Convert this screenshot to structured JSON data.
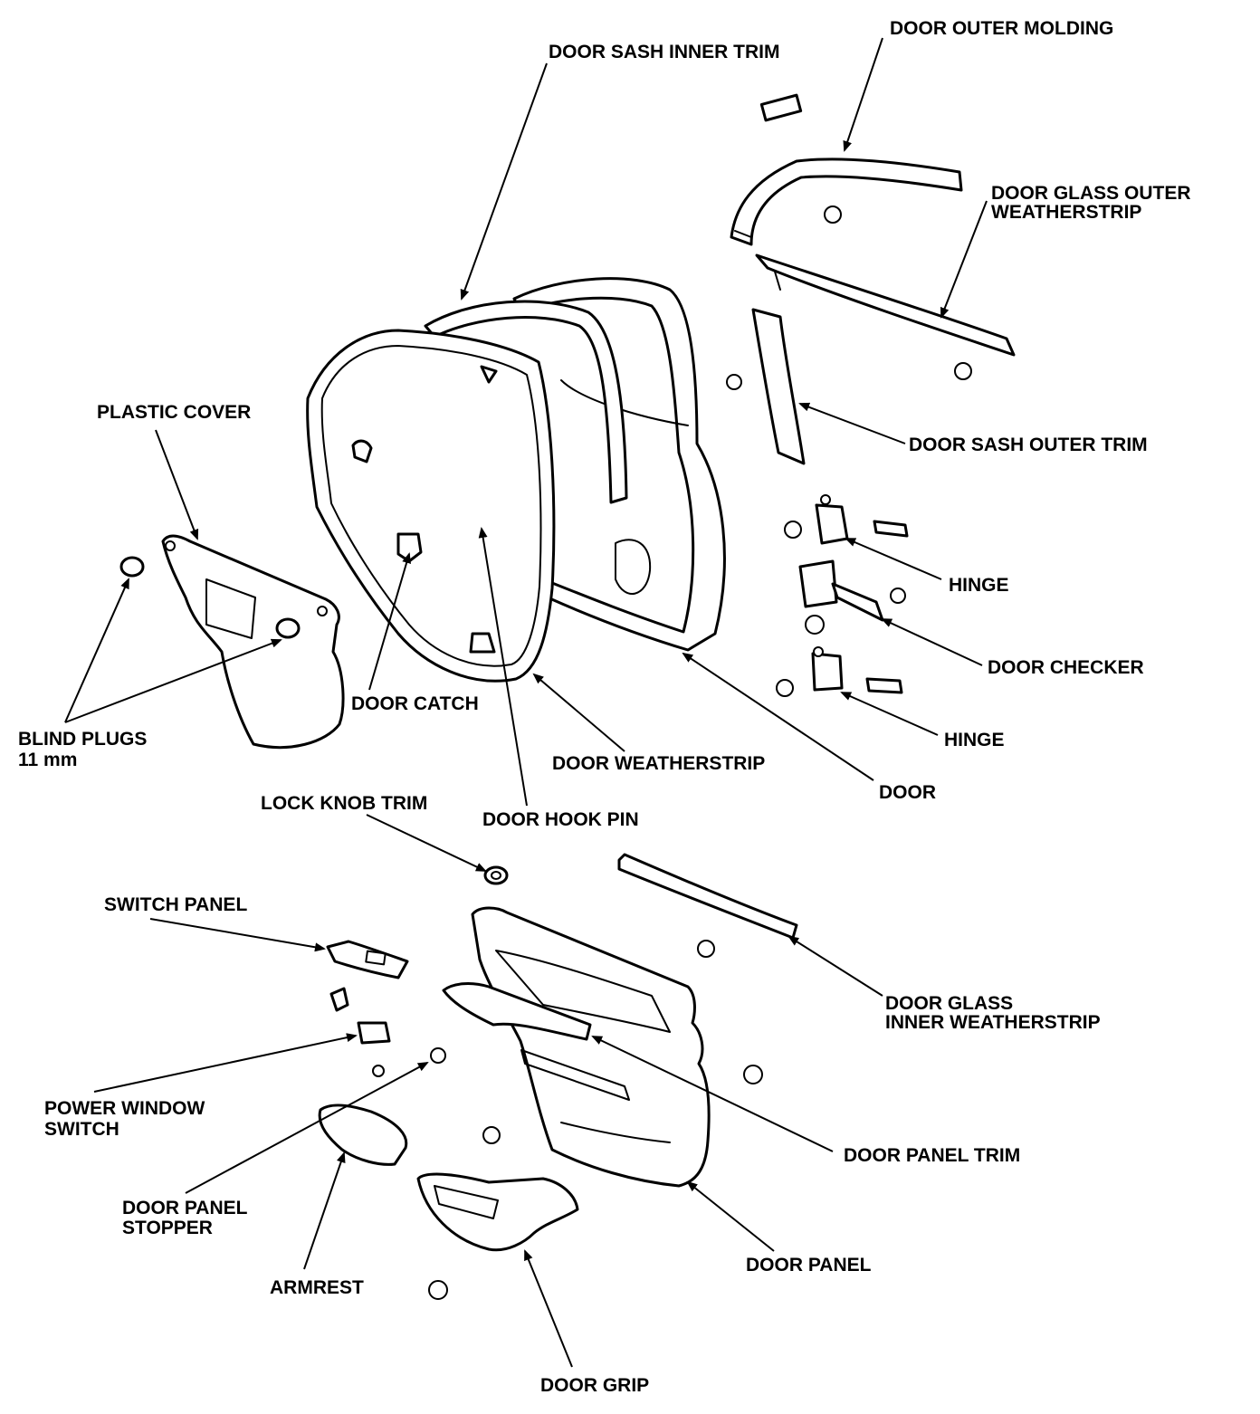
{
  "labels": {
    "door_outer_molding": "DOOR OUTER MOLDING",
    "door_sash_inner_trim": "DOOR SASH INNER TRIM",
    "door_glass_outer_weatherstrip_1": "DOOR GLASS OUTER",
    "door_glass_outer_weatherstrip_2": "WEATHERSTRIP",
    "plastic_cover": "PLASTIC COVER",
    "door_sash_outer_trim": "DOOR SASH OUTER TRIM",
    "hinge_upper": "HINGE",
    "door_checker": "DOOR CHECKER",
    "hinge_lower": "HINGE",
    "blind_plugs_1": "BLIND PLUGS",
    "blind_plugs_2": "11 mm",
    "door_catch": "DOOR CATCH",
    "door_weatherstrip": "DOOR WEATHERSTRIP",
    "door": "DOOR",
    "lock_knob_trim": "LOCK KNOB TRIM",
    "door_hook_pin": "DOOR HOOK PIN",
    "switch_panel": "SWITCH PANEL",
    "door_glass_inner_weatherstrip_1": "DOOR GLASS",
    "door_glass_inner_weatherstrip_2": "INNER WEATHERSTRIP",
    "power_window_switch_1": "POWER WINDOW",
    "power_window_switch_2": "SWITCH",
    "door_panel_trim": "DOOR PANEL TRIM",
    "door_panel_stopper_1": "DOOR PANEL",
    "door_panel_stopper_2": "STOPPER",
    "armrest": "ARMREST",
    "door_panel": "DOOR PANEL",
    "door_grip": "DOOR GRIP"
  }
}
